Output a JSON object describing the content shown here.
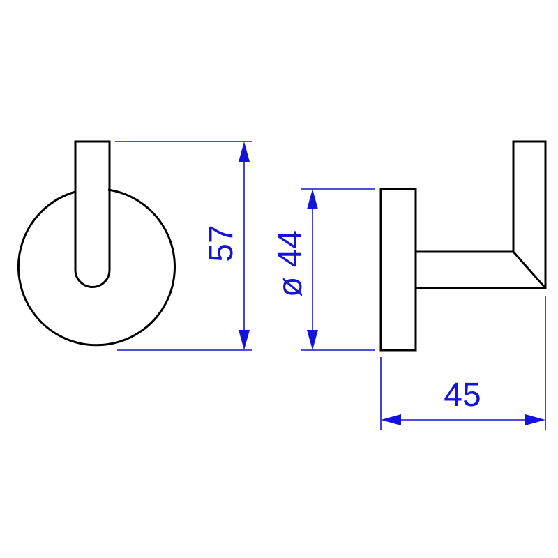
{
  "dimensions": {
    "height_label": "57",
    "diameter_label": "ø 44",
    "depth_label": "45"
  },
  "colors": {
    "outline": "#000000",
    "dimension": "#1414d8",
    "background": "#ffffff"
  }
}
